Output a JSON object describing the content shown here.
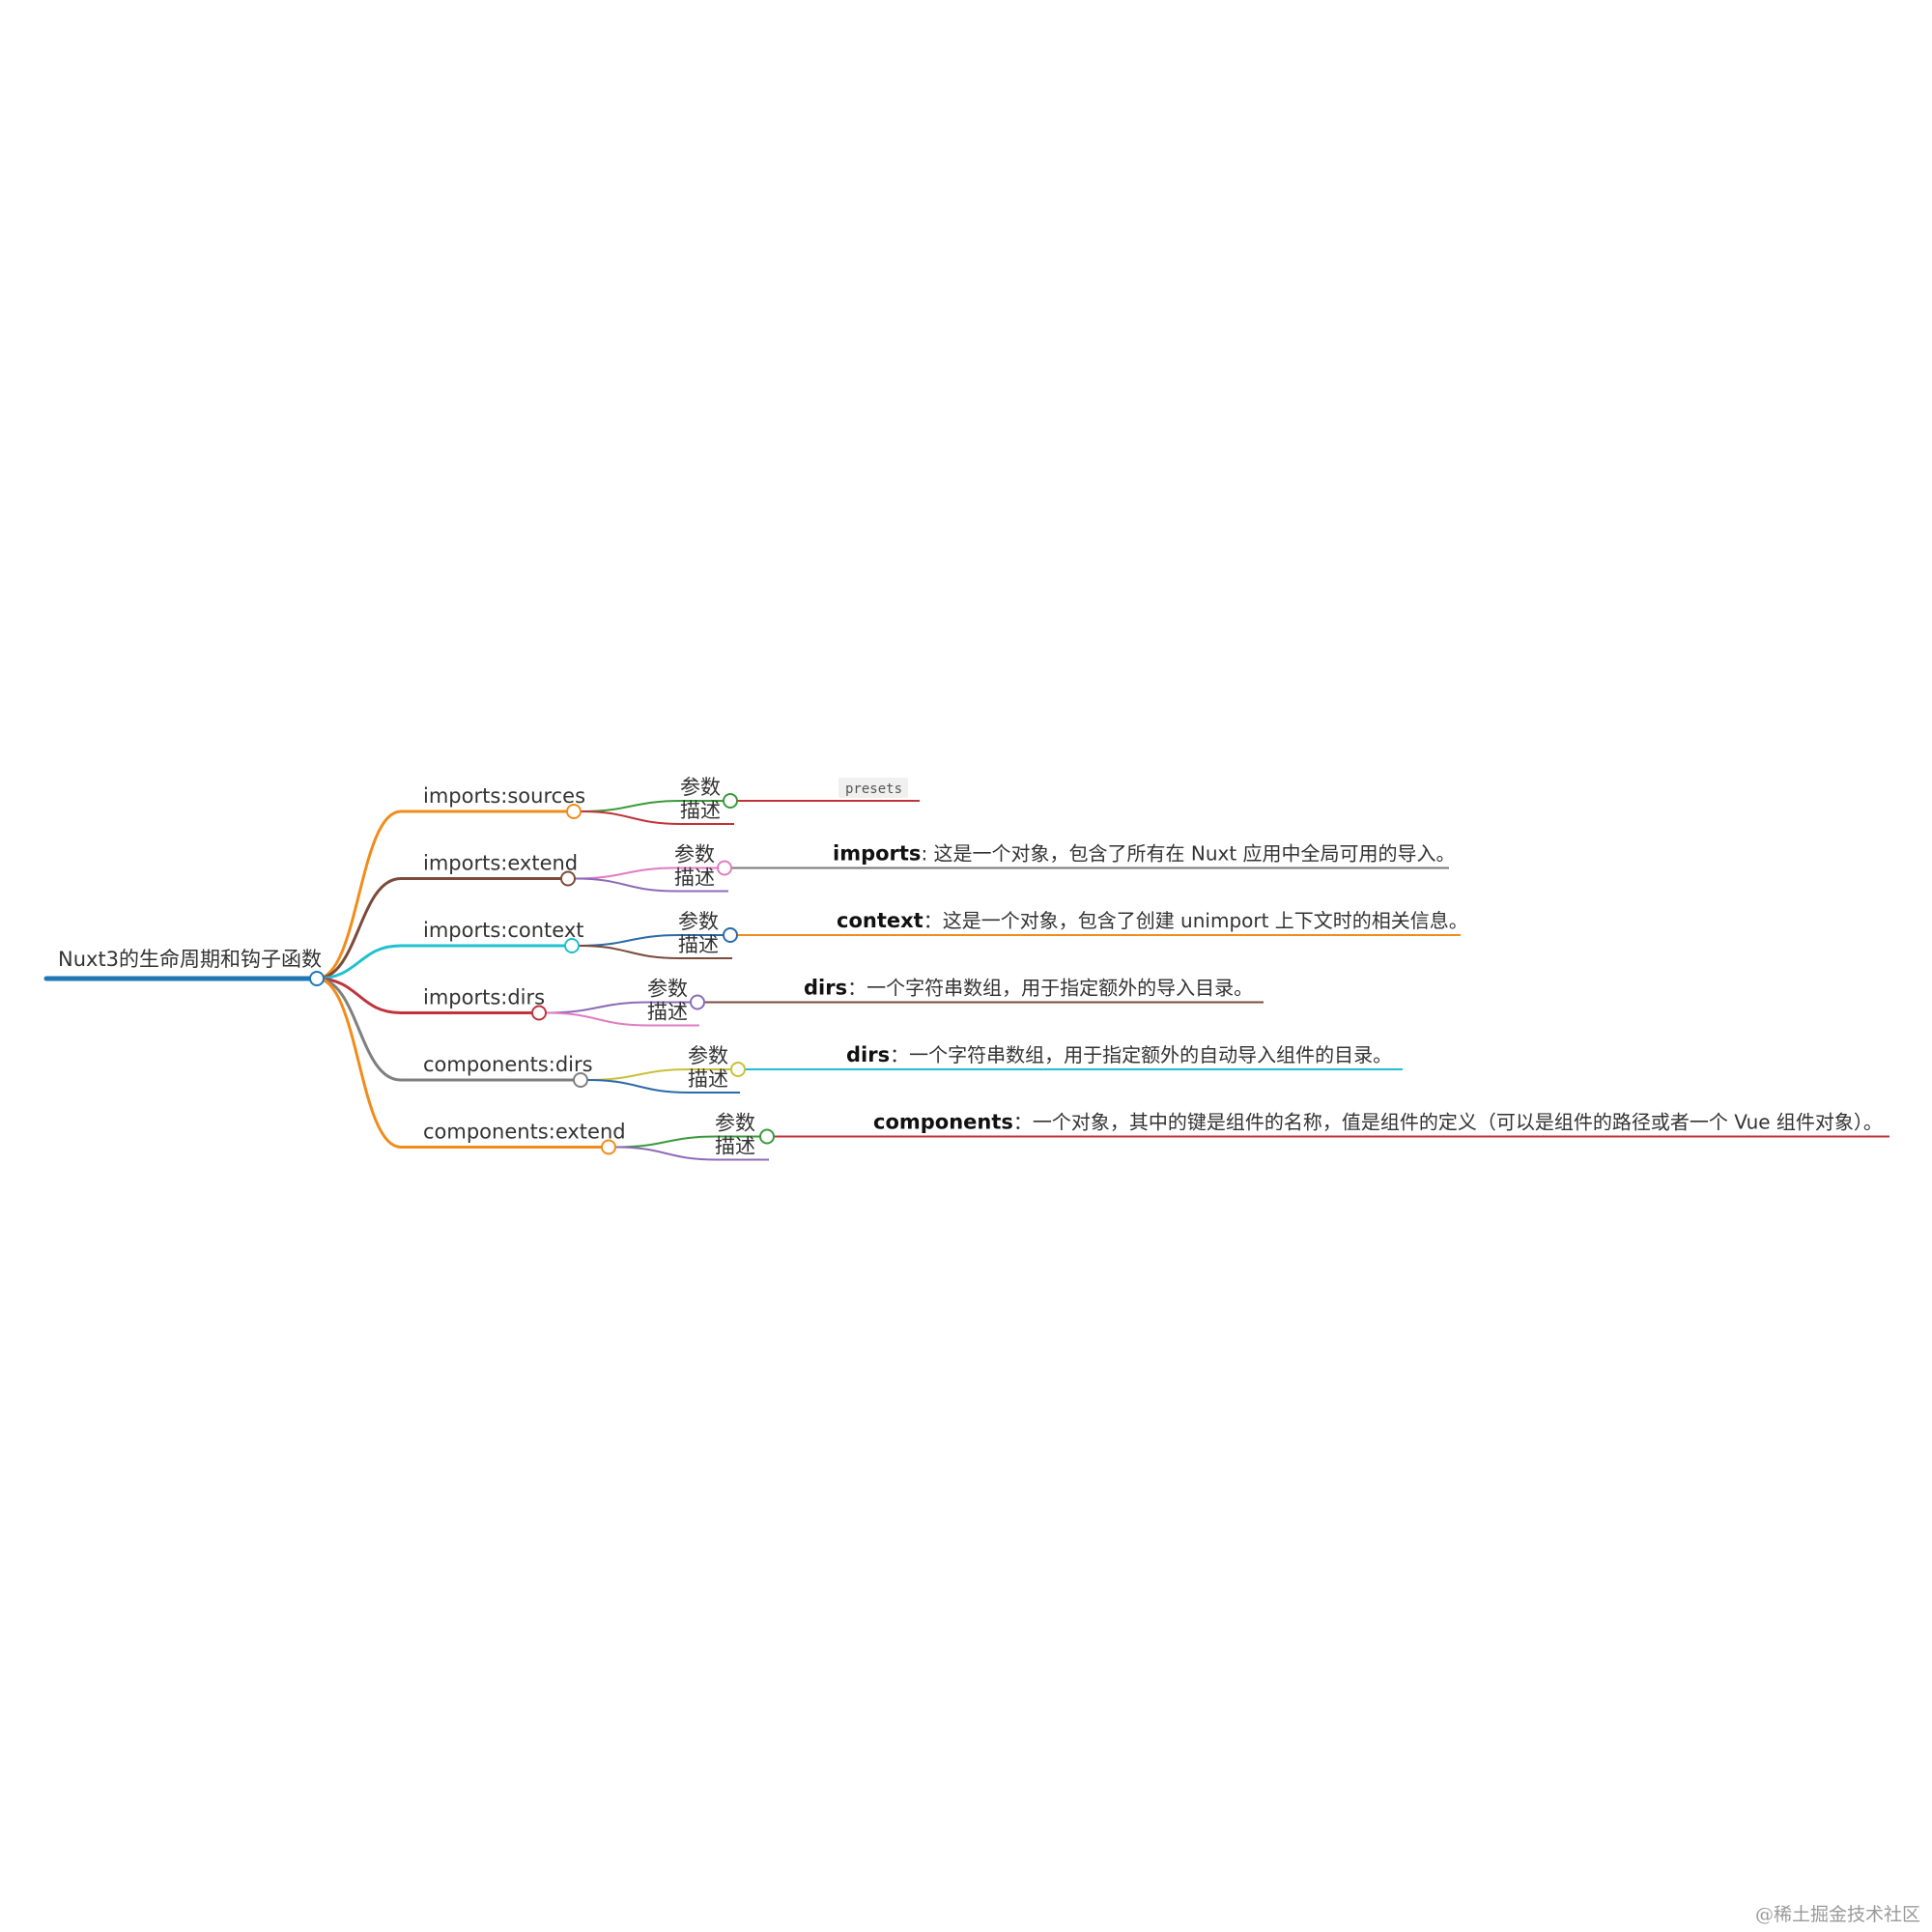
{
  "root": {
    "label": "Nuxt3的生命周期和钩子函数",
    "color": "#1f78b4"
  },
  "hooks": [
    {
      "name": "imports:sources",
      "color": "#f08c1a",
      "param": {
        "label": "参数",
        "color": "#3a9a3a"
      },
      "desc_branch": {
        "label": "描述",
        "color": "#c0333a"
      },
      "value": {
        "code": "presets",
        "line_color": "#c0333a"
      }
    },
    {
      "name": "imports:extend",
      "color": "#7b4a3a",
      "param": {
        "label": "参数",
        "color": "#e07cc4"
      },
      "desc_branch": {
        "label": "描述",
        "color": "#8d6bb8"
      },
      "value": {
        "key": "imports",
        "text": ": 这是一个对象，包含了所有在 Nuxt 应用中全局可用的导入。",
        "line_color": "#777777"
      }
    },
    {
      "name": "imports:context",
      "color": "#1fc0d0",
      "param": {
        "label": "参数",
        "color": "#2b6aa8"
      },
      "desc_branch": {
        "label": "描述",
        "color": "#7b4a3a"
      },
      "value": {
        "key": "context",
        "text": "：这是一个对象，包含了创建 unimport 上下文时的相关信息。",
        "line_color": "#f08c1a"
      }
    },
    {
      "name": "imports:dirs",
      "color": "#c0333a",
      "param": {
        "label": "参数",
        "color": "#8d6bb8"
      },
      "desc_branch": {
        "label": "描述",
        "color": "#e07cc4"
      },
      "value": {
        "key": "dirs",
        "text": "：一个字符串数组，用于指定额外的导入目录。",
        "line_color": "#7b4a3a"
      }
    },
    {
      "name": "components:dirs",
      "color": "#7f7f7f",
      "param": {
        "label": "参数",
        "color": "#c8c03a"
      },
      "desc_branch": {
        "label": "描述",
        "color": "#2b6aa8"
      },
      "value": {
        "key": "dirs",
        "text": "：一个字符串数组，用于指定额外的自动导入组件的目录。",
        "line_color": "#1fc0d0"
      }
    },
    {
      "name": "components:extend",
      "color": "#f08c1a",
      "param": {
        "label": "参数",
        "color": "#3a9a3a"
      },
      "desc_branch": {
        "label": "描述",
        "color": "#8d6bb8"
      },
      "value": {
        "key": "components",
        "text": "：一个对象，其中的键是组件的名称，值是组件的定义（可以是组件的路径或者一个 Vue 组件对象）。",
        "line_color": "#c0333a"
      }
    }
  ],
  "watermark": "@稀土掘金技术社区"
}
